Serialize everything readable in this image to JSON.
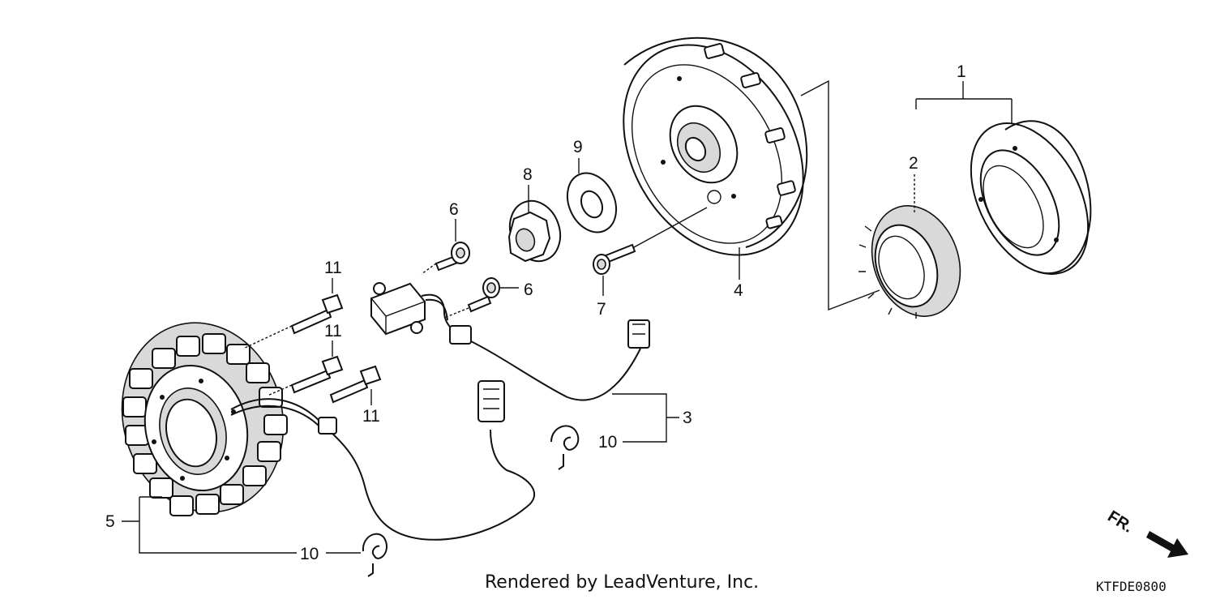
{
  "callouts": [
    {
      "id": "1",
      "label": "1"
    },
    {
      "id": "2",
      "label": "2"
    },
    {
      "id": "3",
      "label": "3"
    },
    {
      "id": "4",
      "label": "4"
    },
    {
      "id": "5",
      "label": "5"
    },
    {
      "id": "6a",
      "label": "6"
    },
    {
      "id": "6b",
      "label": "6"
    },
    {
      "id": "7",
      "label": "7"
    },
    {
      "id": "8",
      "label": "8"
    },
    {
      "id": "9",
      "label": "9"
    },
    {
      "id": "10a",
      "label": "10"
    },
    {
      "id": "10b",
      "label": "10"
    },
    {
      "id": "11a",
      "label": "11"
    },
    {
      "id": "11b",
      "label": "11"
    },
    {
      "id": "11c",
      "label": "11"
    }
  ],
  "footer": {
    "credit": "Rendered by LeadVenture, Inc.",
    "diagram_code": "KTFDE0800"
  },
  "direction_marker": {
    "label": "FR."
  }
}
